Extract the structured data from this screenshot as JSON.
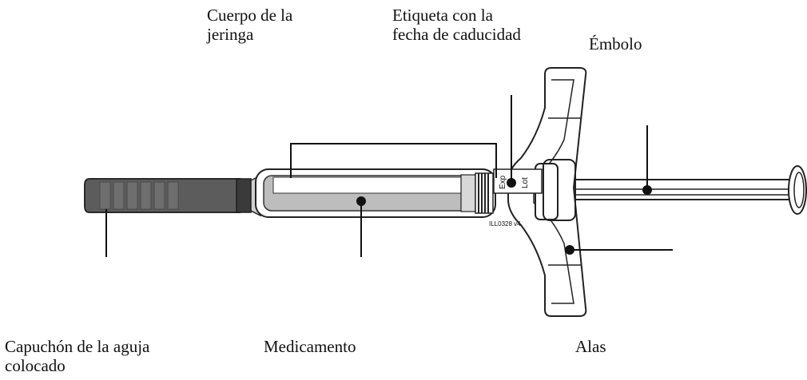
{
  "labels": {
    "barrel": "Cuerpo de la\njeringa",
    "expiry_label": "Etiqueta con la\nfecha de caducidad",
    "plunger": "Émbolo",
    "needle_cap": "Capuchón de la aguja\ncolocado",
    "medicine": "Medicamento",
    "wings": "Alas"
  },
  "syringe_markings": {
    "exp": "Exp",
    "lot": "Lot",
    "code": "ILL0328 v4"
  }
}
